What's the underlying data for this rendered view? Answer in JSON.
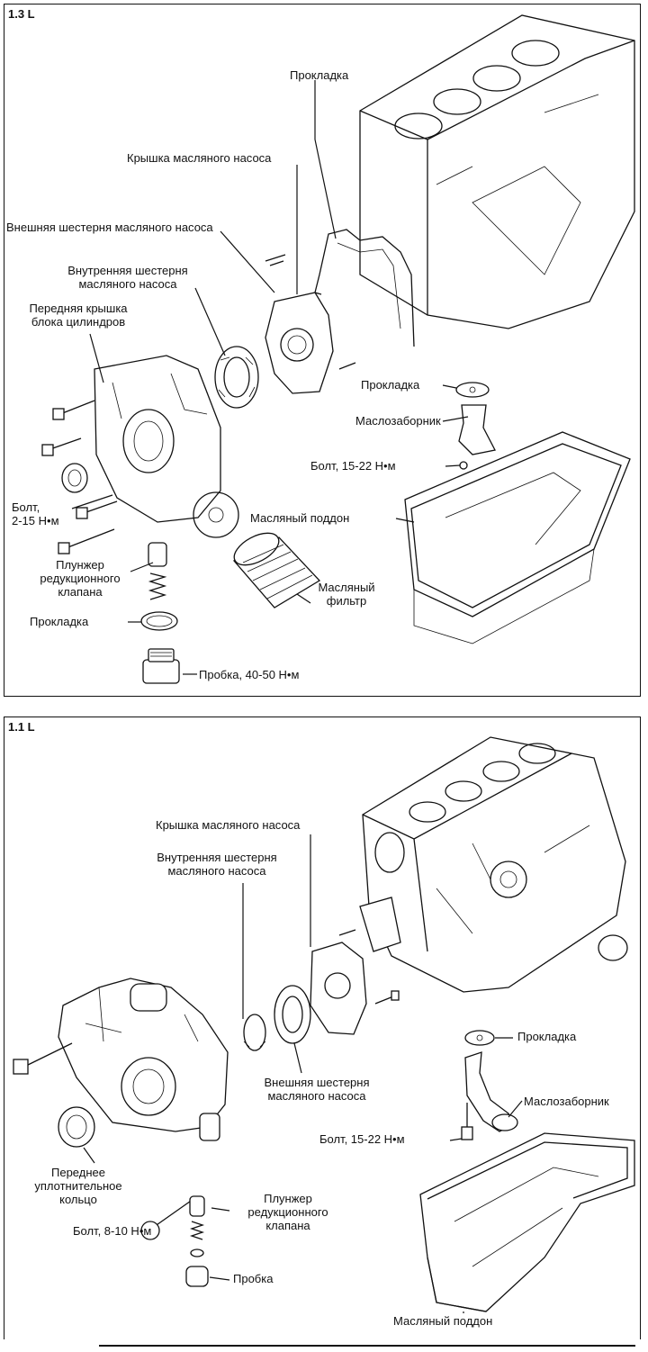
{
  "panel1": {
    "title": "1.3 L",
    "labels": {
      "gasket_top": "Прокладка",
      "pump_cover": "Крышка масляного насоса",
      "outer_gear": "Внешняя шестерня масляного насоса",
      "inner_gear_1": "Внутренняя шестерня",
      "inner_gear_2": "масляного насоса",
      "front_cover_1": "Передняя крышка",
      "front_cover_2": "блока цилиндров",
      "gasket_mid": "Прокладка",
      "oil_pickup": "Маслозаборник",
      "bolt_pickup": "Болт, 15-22 Н•м",
      "oil_pan": "Масляный поддон",
      "bolt_left_1": "Болт,",
      "bolt_left_2": "2-15 Н•м",
      "plunger_1": "Плунжер",
      "plunger_2": "редукционного",
      "plunger_3": "клапана",
      "gasket_low": "Прокладка",
      "filter_1": "Масляный",
      "filter_2": "фильтр",
      "plug": "Пробка, 40-50 Н•м"
    }
  },
  "panel2": {
    "title": "1.1 L",
    "labels": {
      "pump_cover": "Крышка масляного насоса",
      "inner_gear_1": "Внутренняя шестерня",
      "inner_gear_2": "масляного насоса",
      "outer_gear_1": "Внешняя шестерня",
      "outer_gear_2": "масляного насоса",
      "gasket": "Прокладка",
      "oil_pickup": "Маслозаборник",
      "bolt_pickup": "Болт, 15-22 Н•м",
      "front_seal_1": "Переднее",
      "front_seal_2": "уплотнительное",
      "front_seal_3": "кольцо",
      "bolt_8_10": "Болт, 8-10 Н•м",
      "plunger_1": "Плунжер",
      "plunger_2": "редукционного",
      "plunger_3": "клапана",
      "plug": "Пробка",
      "oil_pan": "Масляный поддон"
    }
  }
}
